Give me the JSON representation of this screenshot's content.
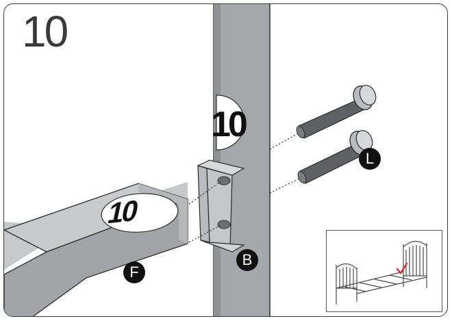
{
  "step": {
    "number": "10"
  },
  "labels": {
    "post_label": "10",
    "rail_label": "10"
  },
  "parts": {
    "frame_part": "F",
    "bracket_part": "B",
    "bolt_part": "L"
  },
  "colors": {
    "metal_light": "#a7a9ac",
    "metal_mid": "#8d8f92",
    "metal_dark": "#6d6f72",
    "outline": "#2b2b2b",
    "badge": "#111111",
    "check_mark": "#e3262b"
  }
}
